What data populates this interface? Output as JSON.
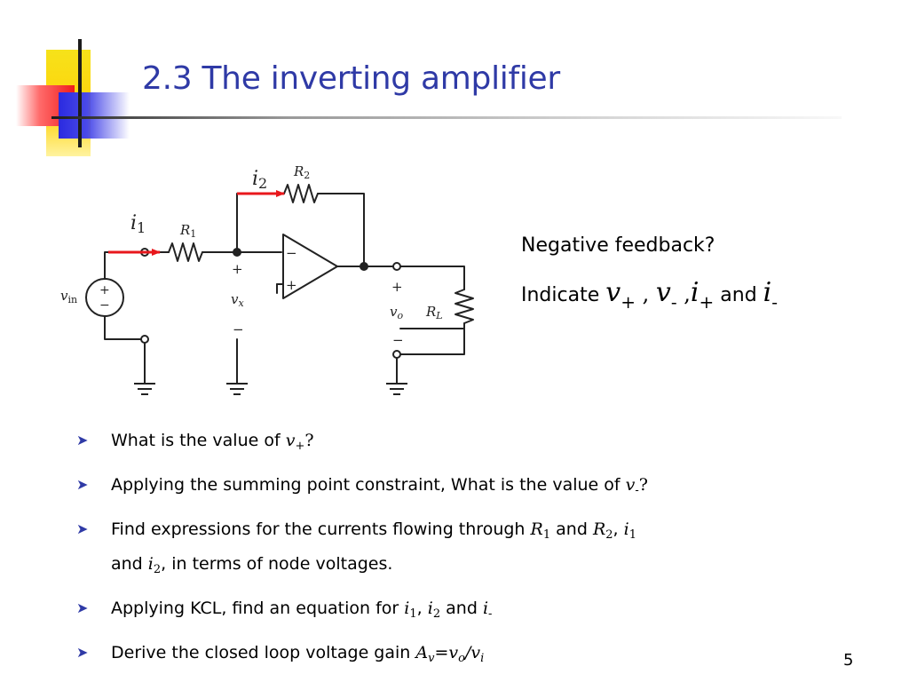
{
  "slide": {
    "title": "2.3 The inverting amplifier",
    "page_number": "5"
  },
  "circuit": {
    "i1": "i",
    "i1_sub": "1",
    "i2": "i",
    "i2_sub": "2",
    "r1": "R",
    "r1_sub": "1",
    "r2": "R",
    "r2_sub": "2",
    "rl": "R",
    "rl_sub": "L",
    "vin": "v",
    "vin_sub": "in",
    "vx": "v",
    "vx_sub": "x",
    "vo": "v",
    "vo_sub": "o",
    "plus": "+",
    "minus": "−",
    "src_plus": "+",
    "src_minus": "−",
    "opamp_minus": "−",
    "opamp_plus": "+",
    "current_arrow_color": "#e8171c"
  },
  "side": {
    "question": "Negative feedback?",
    "indicate": "Indicate",
    "v": "v",
    "plus": "+",
    "minus": "-",
    "i": "i",
    "comma": ",",
    "and": "and"
  },
  "bullets": [
    {
      "t1": "What is the value of ",
      "v": "v",
      "sub": "+",
      "q": "?"
    },
    {
      "t1": "Applying the summing point constraint, What is the value of ",
      "v": "v",
      "sub": "-",
      "q": "?"
    },
    {
      "t1": "Find expressions for the currents flowing through ",
      "r1": "R",
      "r1_sub": "1",
      "and1": " and ",
      "r2": "R",
      "r2_sub": "2",
      "comma": ", ",
      "i1": "i",
      "i1_sub": "1",
      "and2": "and ",
      "i2": "i",
      "i2_sub": "2",
      "tail": ", in terms of node voltages."
    },
    {
      "t1": "Applying KCL, find an equation for ",
      "i1": "i",
      "i1_sub": "1",
      "comma": ", ",
      "i2": "i",
      "i2_sub": "2",
      "and": " and ",
      "im": "i",
      "im_sub": "-"
    },
    {
      "t1": "Derive the closed loop voltage gain ",
      "av": "A",
      "av_sub": "v",
      "eq": "=",
      "vo": "v",
      "vo_sub": "o",
      "slash": "/",
      "vi": "v",
      "vi_sub": "i"
    }
  ],
  "colors": {
    "title": "#2f3aa6",
    "bullet_arrow": "#2f3aa6",
    "current_arrow": "#e8171c"
  },
  "icons": {
    "bullet": "arrow-bullet-icon",
    "ground": "ground-icon",
    "resistor": "resistor-icon",
    "opamp": "opamp-icon",
    "voltage_source": "voltage-source-icon"
  }
}
